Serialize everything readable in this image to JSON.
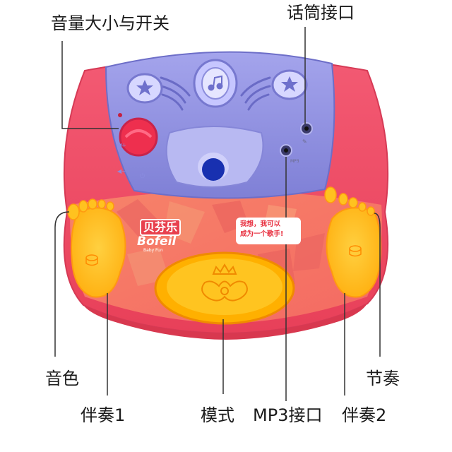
{
  "labels": {
    "volume_switch": "音量大小与开关",
    "mic_jack": "话筒接口",
    "tone": "音色",
    "accompaniment_1": "伴奏1",
    "mode": "模式",
    "mp3_jack": "MP3接口",
    "accompaniment_2": "伴奏2",
    "rhythm": "节奏"
  },
  "product": {
    "brand_cn": "贝芬乐",
    "brand_en": "Bofeil",
    "brand_sub": "Baby Fun",
    "slogan_line1": "我想，我可以",
    "slogan_line2": "成为一个歌手!",
    "jack_tag": "MP3"
  },
  "colors": {
    "body_pink": "#f0506a",
    "lid_purple": "#8e8ee0",
    "pad_yellow": "#ffc21f",
    "mode_pad_orange": "#ffa800",
    "leader_line": "#333333"
  }
}
